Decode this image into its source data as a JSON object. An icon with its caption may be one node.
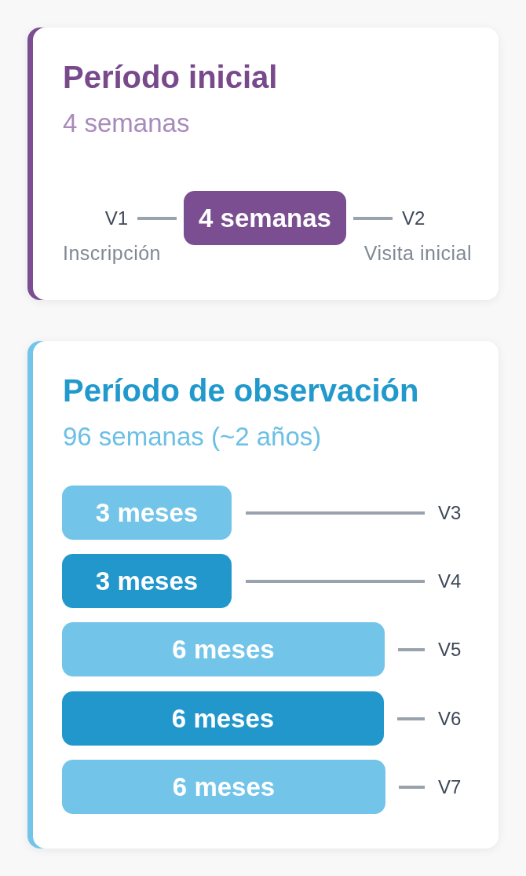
{
  "diagram": {
    "nodes": [
      {
        "text": [
          "Período inicial",
          "4 semanas"
        ]
      },
      {
        "text": [
          "V1"
        ],
        "in": 0,
        "beside": [
          "Inscripción"
        ]
      },
      {
        "text": [
          "4 semanas"
        ],
        "in": 0
      },
      {
        "text": [
          "V2"
        ],
        "in": 0,
        "beside": [
          "Visita inicial"
        ]
      },
      {
        "text": [
          "Período de observación",
          "96 semanas (~2 años)"
        ]
      },
      {
        "text": [
          "3 meses"
        ],
        "in": 4
      },
      {
        "text": [
          "V3"
        ],
        "in": 4
      },
      {
        "text": [
          "3 meses"
        ],
        "in": 4
      },
      {
        "text": [
          "V4"
        ],
        "in": 4
      },
      {
        "text": [
          "6 meses"
        ],
        "in": 4
      },
      {
        "text": [
          "V5"
        ],
        "in": 4
      },
      {
        "text": [
          "6 meses"
        ],
        "in": 4
      },
      {
        "text": [
          "V6"
        ],
        "in": 4
      },
      {
        "text": [
          "6 meses"
        ],
        "in": 4
      },
      {
        "text": [
          "V7"
        ],
        "in": 4
      }
    ],
    "edges": [
      {
        "from": 1,
        "to": 2,
        "arrow": "none"
      },
      {
        "from": 2,
        "to": 3,
        "arrow": "none"
      },
      {
        "from": 5,
        "to": 6,
        "arrow": "none"
      },
      {
        "from": 7,
        "to": 8,
        "arrow": "none"
      },
      {
        "from": 9,
        "to": 10,
        "arrow": "none"
      },
      {
        "from": 11,
        "to": 12,
        "arrow": "none"
      },
      {
        "from": 13,
        "to": 14,
        "arrow": "none"
      }
    ]
  }
}
